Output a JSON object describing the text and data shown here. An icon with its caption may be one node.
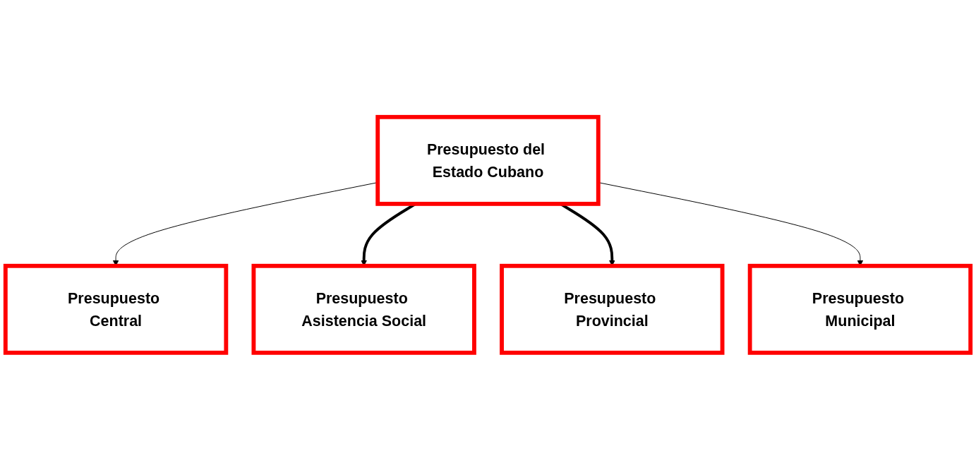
{
  "diagram": {
    "nodes": [
      {
        "text": [
          "Presupuesto del Estado Cubano"
        ]
      },
      {
        "text": [
          "Presupuesto Central"
        ]
      },
      {
        "text": [
          "Presupuesto Asistencia Social"
        ]
      },
      {
        "text": [
          "Presupuesto Provincial"
        ]
      },
      {
        "text": [
          "Presupuesto Municipal"
        ]
      }
    ],
    "edges": [
      {
        "from": 0,
        "to": 1,
        "arrow": "to"
      },
      {
        "from": 0,
        "to": 2,
        "arrow": "to",
        "style": "thick"
      },
      {
        "from": 0,
        "to": 3,
        "arrow": "to",
        "style": "thick"
      },
      {
        "from": 0,
        "to": 4,
        "arrow": "to"
      }
    ]
  }
}
